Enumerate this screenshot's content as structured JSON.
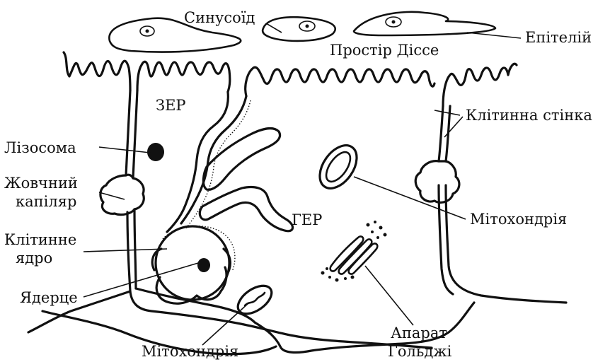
{
  "labels": {
    "sinusoid": "Синусоїд",
    "epithelium": "Епітелій",
    "disse_space": "Простір Діссе",
    "ser": "ЗЕР",
    "cell_wall": "Клітинна стінка",
    "lysosome": "Лізосома",
    "bile_capillary_1": "Жовчний",
    "bile_capillary_2": "капіляр",
    "mitochondrion_right": "Мітохондрія",
    "rer": "ГЕР",
    "nucleus_1": "Клітинне",
    "nucleus_2": "ядро",
    "nucleolus": "Ядерце",
    "golgi_1": "Апарат",
    "golgi_2": "Гольджі",
    "mitochondrion_bottom": "Мітохондрія"
  }
}
